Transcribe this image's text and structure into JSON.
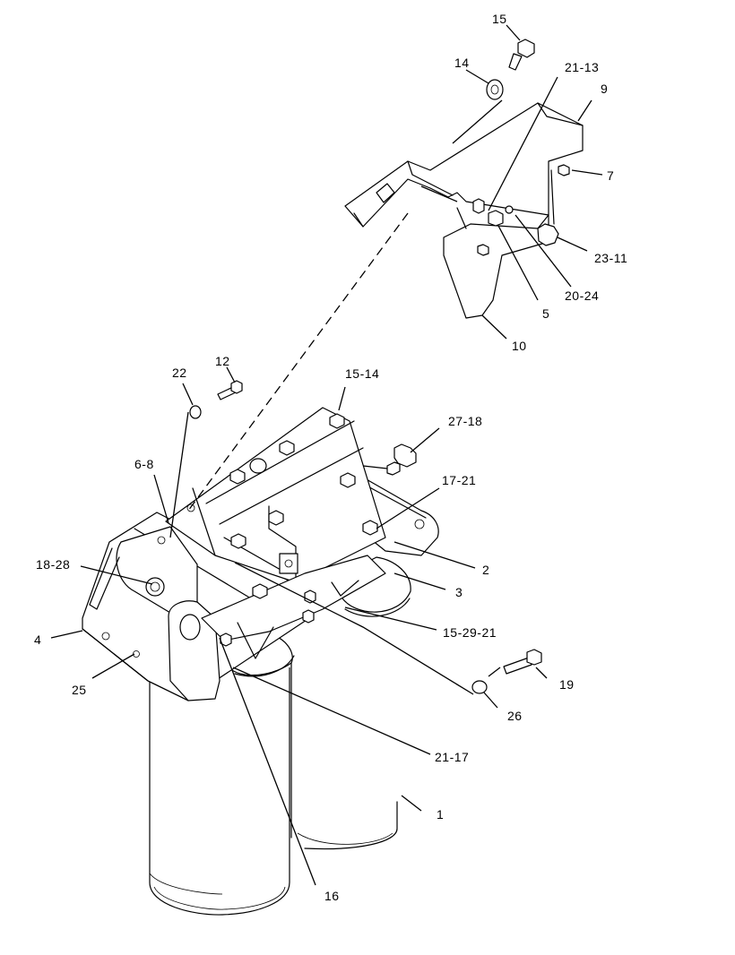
{
  "callouts": [
    {
      "id": "c-15",
      "label": "15"
    },
    {
      "id": "c-14",
      "label": "14"
    },
    {
      "id": "c-21-13",
      "label": "21-13"
    },
    {
      "id": "c-9",
      "label": "9"
    },
    {
      "id": "c-7",
      "label": "7"
    },
    {
      "id": "c-23-11",
      "label": "23-11"
    },
    {
      "id": "c-20-24",
      "label": "20-24"
    },
    {
      "id": "c-5",
      "label": "5"
    },
    {
      "id": "c-10",
      "label": "10"
    },
    {
      "id": "c-22",
      "label": "22"
    },
    {
      "id": "c-12",
      "label": "12"
    },
    {
      "id": "c-15-14",
      "label": "15-14"
    },
    {
      "id": "c-27-18",
      "label": "27-18"
    },
    {
      "id": "c-6-8",
      "label": "6-8"
    },
    {
      "id": "c-17-21",
      "label": "17-21"
    },
    {
      "id": "c-2",
      "label": "2"
    },
    {
      "id": "c-18-28",
      "label": "18-28"
    },
    {
      "id": "c-3",
      "label": "3"
    },
    {
      "id": "c-15-29-21",
      "label": "15-29-21"
    },
    {
      "id": "c-4",
      "label": "4"
    },
    {
      "id": "c-25",
      "label": "25"
    },
    {
      "id": "c-19",
      "label": "19"
    },
    {
      "id": "c-26",
      "label": "26"
    },
    {
      "id": "c-21-17",
      "label": "21-17"
    },
    {
      "id": "c-1",
      "label": "1"
    },
    {
      "id": "c-16",
      "label": "16"
    }
  ]
}
